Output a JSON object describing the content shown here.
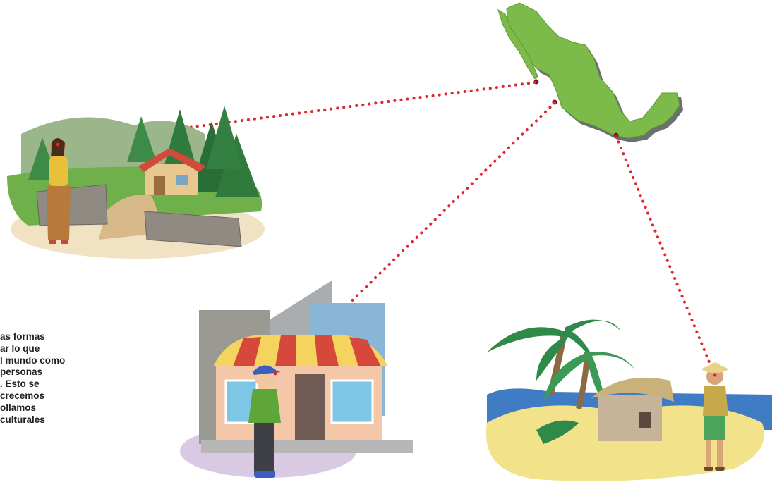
{
  "caption": {
    "lines": [
      "as formas",
      "ar lo que",
      "l mundo como",
      " personas",
      ". Esto se",
      "crecemos",
      "ollamos",
      "culturales"
    ]
  },
  "colors": {
    "map_fill": "#7cba4a",
    "map_shadow": "#6d6e70",
    "connector": "#e0262a",
    "pin": "#7a1419"
  },
  "icons": {
    "map": "mexico-map-icon",
    "forest_scene": "forest-village-scene",
    "city_scene": "city-storefront-scene",
    "beach_scene": "tropical-beach-scene"
  }
}
